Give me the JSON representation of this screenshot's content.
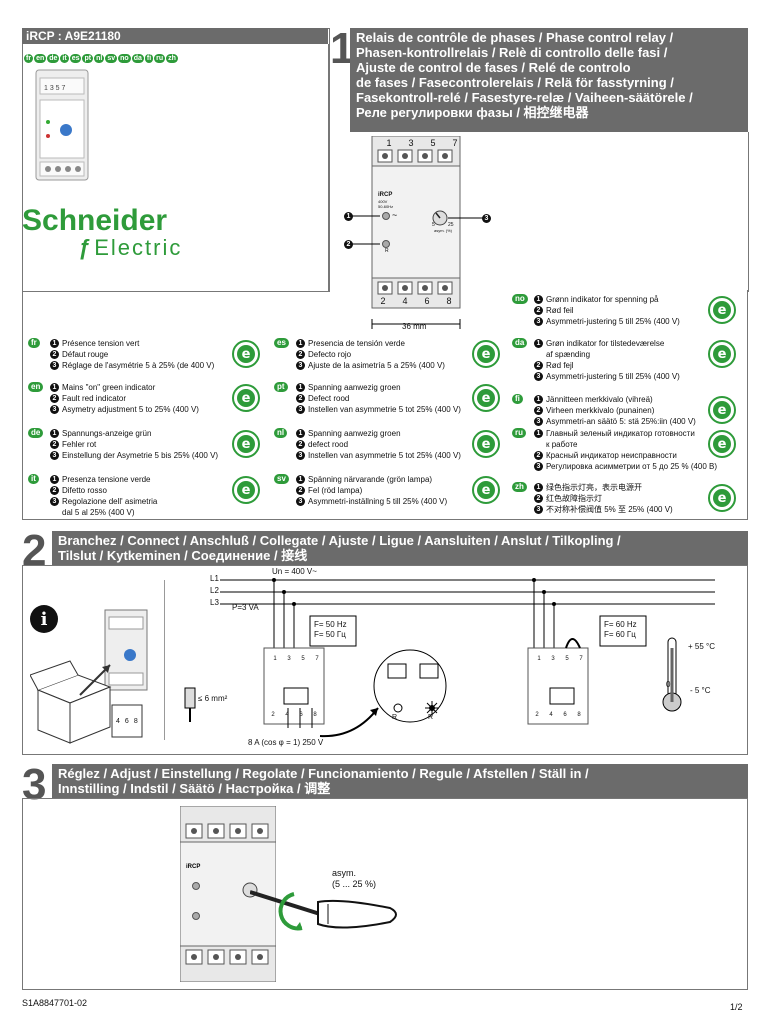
{
  "header": {
    "product": "iRCP : A9E21180",
    "langs": [
      "fr",
      "en",
      "de",
      "it",
      "es",
      "pt",
      "nl",
      "sv",
      "no",
      "da",
      "fi",
      "ru",
      "zh"
    ],
    "brand_top": "Schneider",
    "brand_bottom": "Electric"
  },
  "section1": {
    "number": "1",
    "title_lines": [
      "Relais de contrôle de phases / Phase control relay /",
      "Phasen-kontrollrelais / Relè di controllo delle fasi /",
      "Ajuste de control de fases / Relé de controlo",
      "de fases / Fasecontrolerelais / Relä för fasstyrning /",
      "Fasekontroll-relé / Fasestyre-relæ / Vaiheen-säätörele /",
      "Реле регулировки фазы / 相控继电器"
    ],
    "device": {
      "top_terminals": [
        "1",
        "3",
        "5",
        "7"
      ],
      "bottom_terminals": [
        "2",
        "4",
        "6",
        "8"
      ],
      "label": "iRCP",
      "voltage": "400V",
      "freq": "50-60Hz",
      "led1": "~",
      "led2": "R",
      "dial_min": "5",
      "dial_max": "25",
      "dial_label": "asym. (%)",
      "width_label": "36 mm",
      "callouts": [
        "1",
        "2",
        "3"
      ]
    },
    "langs_left": [
      {
        "code": "fr",
        "items": [
          "Présence tension vert",
          "Défaut rouge",
          "Réglage de l'asymétrie 5 à 25% (de 400 V)"
        ]
      },
      {
        "code": "en",
        "items": [
          "Mains \"on\" green indicator",
          "Fault red indicator",
          "Asymetry adjustment 5 to 25% (400 V)"
        ]
      },
      {
        "code": "de",
        "items": [
          "Spannungs-anzeige grün",
          "Fehler rot",
          "Einstellung der Asymetrie 5 bis 25% (400 V)"
        ]
      },
      {
        "code": "it",
        "items": [
          "Presenza tensione verde",
          "Difetto rosso",
          "Regolazione dell' asimetria",
          "dal 5 al 25% (400 V)"
        ]
      }
    ],
    "langs_mid": [
      {
        "code": "es",
        "items": [
          "Presencia de tensión verde",
          "Defecto rojo",
          "Ajuste de la asimetría 5 a 25% (400 V)"
        ]
      },
      {
        "code": "pt",
        "items": [
          "Spanning aanwezig groen",
          "Defect rood",
          "Instellen van asymmetrie 5 tot 25% (400 V)"
        ]
      },
      {
        "code": "nl",
        "items": [
          "Spanning aanwezig groen",
          "defect rood",
          "Instellen van asymmetrie 5 tot 25% (400 V)"
        ]
      },
      {
        "code": "sv",
        "items": [
          "Spänning närvarande (grön lampa)",
          "Fel (röd lampa)",
          "Asymmetri-inställning 5 till 25% (400 V)"
        ]
      }
    ],
    "langs_right": [
      {
        "code": "no",
        "items": [
          "Grønn indikator for spenning på",
          "Rød feil",
          "Asymmetri-justering 5 till 25% (400 V)"
        ]
      },
      {
        "code": "da",
        "items": [
          "Grøn indikator for tilstedeværelse",
          "af spænding",
          "Rød fejl",
          "Asymmetri-justering 5 till 25% (400 V)"
        ]
      },
      {
        "code": "fi",
        "items": [
          "Jännitteen merkkivalo (vihreä)",
          "Virheen merkkivalo (punainen)",
          "Asymmetri-an säätö 5: stä 25%:iin (400 V)"
        ]
      },
      {
        "code": "ru",
        "items": [
          "Главный зеленый индикатор готовности",
          "к работе",
          "Красный индикатор неисправности",
          "Регулировка асимметрии от 5 до 25 % (400 В)"
        ]
      },
      {
        "code": "zh",
        "items": [
          "绿色指示灯亮，表示电源开",
          "红色故障指示灯",
          "不对称补偿阀值 5% 至 25% (400 V)"
        ]
      }
    ],
    "eco_letter": "e"
  },
  "section2": {
    "number": "2",
    "title_lines": [
      "Branchez / Connect / Anschluß / Collegate / Ajuste / Ligue / Aansluiten / Anslut / Tilkopling /",
      "Tilslut / Kytkeminen / Соединение / 接线"
    ],
    "un": "Un = 400 V~",
    "lines": [
      "L1",
      "L2",
      "L3"
    ],
    "power": "P=3 VA",
    "freq50a": "F= 50 Hz",
    "freq50b": "F= 50 Гц",
    "freq60a": "F= 60 Hz",
    "freq60b": "F= 60 Гц",
    "cable": "≤ 6 mm²",
    "contact": "8 A (cos φ = 1) 250 V",
    "temp_max": "+ 55 °C",
    "temp_zero": "0",
    "temp_min": "- 5 °C",
    "info": "i",
    "term_top": [
      "1",
      "3",
      "5",
      "7"
    ],
    "term_bot": [
      "2",
      "4",
      "6",
      "8"
    ],
    "relay_terms": [
      "4",
      "6",
      "8"
    ],
    "relay_label": "R"
  },
  "section3": {
    "number": "3",
    "title_lines": [
      "Réglez / Adjust / Einstellung / Regolate  / Funcionamiento / Regule / Afstellen / Ställ in /",
      "Innstilling / Indstil / Säätö / Настройка / 调整"
    ],
    "asym": "asym.",
    "asym_range": "(5 ... 25 %)"
  },
  "footer": {
    "doc": "S1A8847701-02",
    "page": "1/2"
  }
}
